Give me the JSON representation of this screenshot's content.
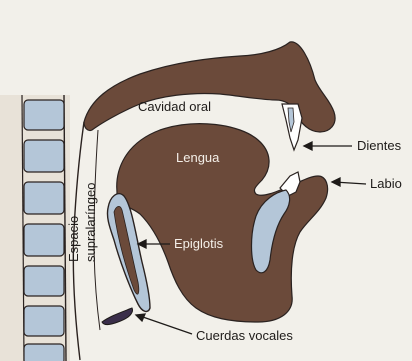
{
  "labels": {
    "cavidad_oral": "Cavidad oral",
    "lengua": "Lengua",
    "dientes": "Dientes",
    "labio": "Labio",
    "epiglotis": "Epiglotis",
    "espacio_line1": "Espacio",
    "espacio_line2": "supralaríngeo",
    "cuerdas_vocales": "Cuerdas vocales"
  },
  "colors": {
    "background": "#f2f0ea",
    "tissue": "#6b4a3a",
    "vertebra": "#b4c6d8",
    "outline": "#2a2220",
    "teeth": "#ffffff"
  }
}
